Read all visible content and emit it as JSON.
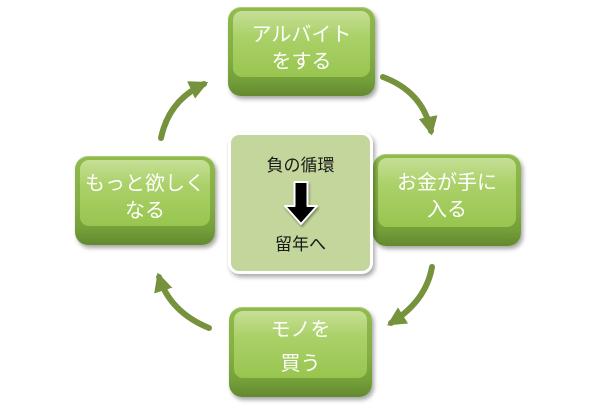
{
  "diagram": {
    "type": "cycle",
    "description_name": "negative-spending-cycle"
  },
  "colors": {
    "box_green_main": "#98C54F",
    "box_green_light": "#C6DF96",
    "box_green_dark": "#63892F",
    "arrow_green": "#76923C",
    "center_bg": "#C3D69B",
    "center_border": "#FFFFFF",
    "text_white": "#FFFFFF",
    "text_black": "#1A1A1A"
  },
  "cycle": {
    "nodes": [
      {
        "id": "part-time-job",
        "lines": [
          "アルバイト",
          "をする"
        ]
      },
      {
        "id": "get-money",
        "lines": [
          "お金が手に",
          "入る"
        ]
      },
      {
        "id": "buy-things",
        "lines": [
          "モノを",
          "買う"
        ]
      },
      {
        "id": "want-more",
        "lines": [
          "もっと欲しく",
          "なる"
        ]
      }
    ],
    "arrows": [
      {
        "from": "part-time-job",
        "to": "get-money"
      },
      {
        "from": "get-money",
        "to": "buy-things"
      },
      {
        "from": "buy-things",
        "to": "want-more"
      },
      {
        "from": "want-more",
        "to": "part-time-job"
      }
    ]
  },
  "center": {
    "top_label": "負の循環",
    "arrow_icon": "down-arrow",
    "bottom_label": "留年へ"
  }
}
